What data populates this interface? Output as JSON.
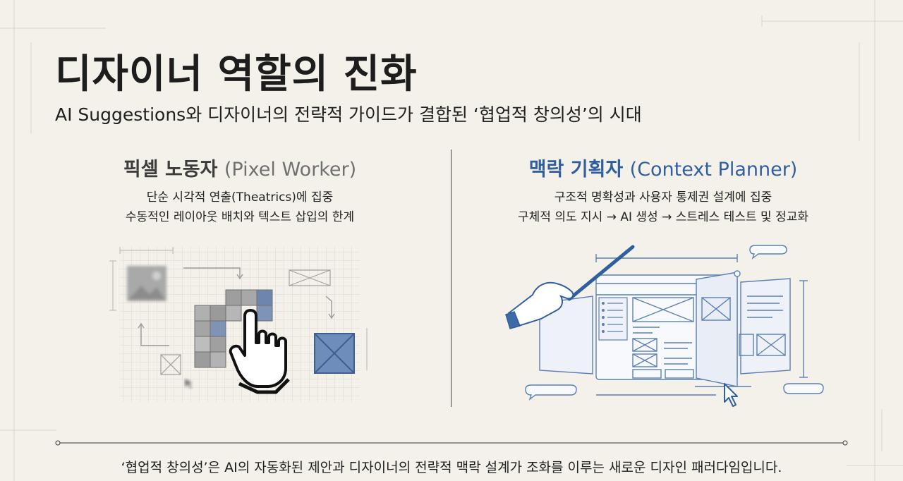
{
  "title": "디자이너 역할의 진화",
  "subtitle": "AI Suggestions와 디자이너의 전략적 가이드가 결합된 ‘협업적 창의성’의 시대",
  "left": {
    "heading_ko": "픽셀 노동자",
    "heading_en": "(Pixel Worker)",
    "desc_line1": "단순 시각적 연출(Theatrics)에 집중",
    "desc_line2": "수동적인 레이아웃 배치와 텍스트 삽입의 한계"
  },
  "right": {
    "heading_ko": "맥락 기획자",
    "heading_en": "(Context Planner)",
    "desc_line1": "구조적 명확성과 사용자 통제권 설계에 집중",
    "desc_line2": "구체적 의도 지시 → AI 생성 → 스트레스 테스트 및 정교화"
  },
  "footer": "‘협업적 창의성’은 AI의 자동화된 제안과 디자이너의 전략적 맥락 설계가 조화를 이루는 새로운 디자인 패러다임입니다.",
  "colors": {
    "background": "#f4f1ea",
    "text": "#1f1f1f",
    "accent_blue": "#2f5f9e",
    "muted_gray": "#707070",
    "sketch_blue": "#5a7fb4"
  },
  "icons": [
    "hand-cursor-icon",
    "pointer-arrow-icon",
    "image-placeholder-icon",
    "speech-bubble-icon",
    "hand-with-pointer-icon"
  ]
}
